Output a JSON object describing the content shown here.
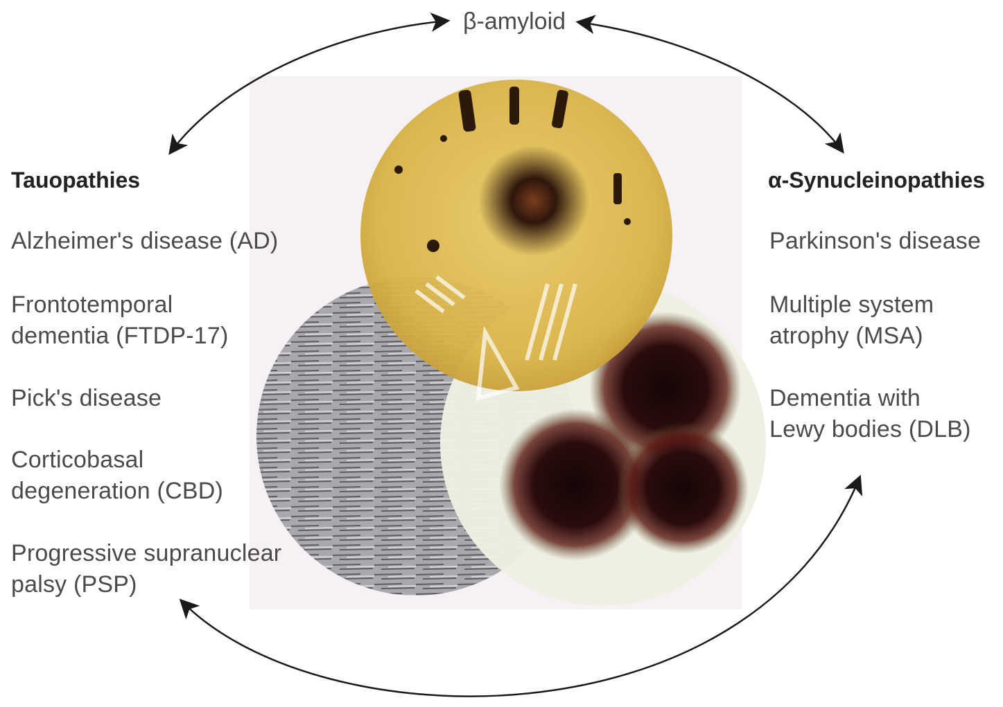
{
  "top_label": "β-amyloid",
  "left": {
    "heading": "Tauopathies",
    "items": [
      "Alzheimer's disease (AD)",
      "Frontotemporal\ndementia (FTDP-17)",
      "Pick's disease",
      "Corticobasal\ndegeneration (CBD)",
      "Progressive supranuclear\npalsy (PSP)"
    ]
  },
  "right": {
    "heading": "α-Synucleinopathies",
    "items": [
      "Parkinson's disease",
      "Multiple system\natrophy (MSA)",
      "Dementia with\nLewy bodies (DLB)"
    ]
  },
  "colors": {
    "text": "#4a4a4a",
    "heading": "#222222",
    "arrow": "#1a1a1a",
    "amyloid_circle": "#d9b447",
    "tau_circle": "#a9a9ad",
    "synuclein_circle": "#eef0e2",
    "lewy_body": "#2a0c0c",
    "panel_bg": "#f6f1f4"
  }
}
